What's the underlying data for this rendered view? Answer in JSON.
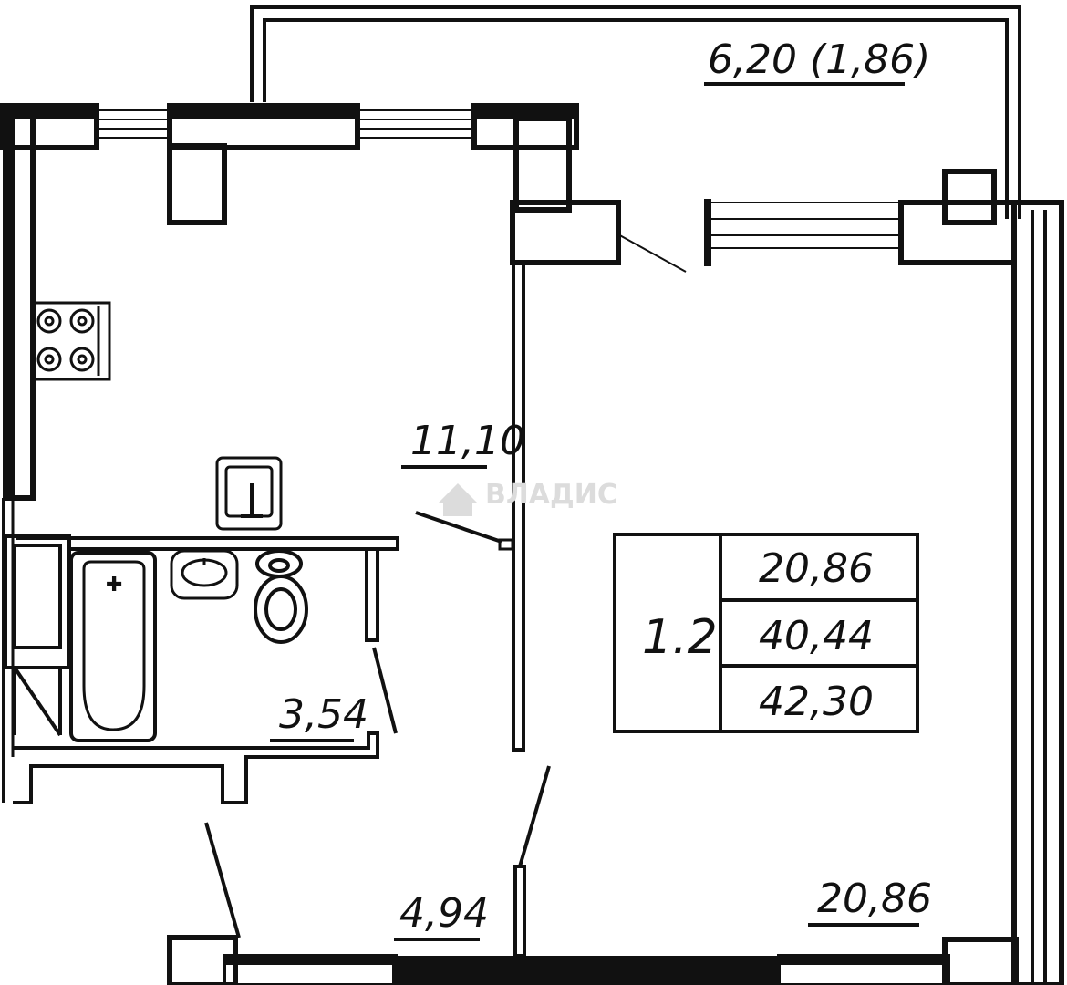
{
  "watermark": "ВЛАДИС",
  "rooms": {
    "balcony": "6,20 (1,86)",
    "kitchen": "11,10",
    "bathroom": "3,54",
    "hall": "4,94",
    "living": "20,86"
  },
  "apartment": {
    "number": "1.2",
    "living_area": "20,86",
    "total_area": "40,44",
    "total_with_balcony": "42,30"
  },
  "colors": {
    "ink": "#111111",
    "background": "#ffffff",
    "watermark": "#dcdcdc"
  }
}
